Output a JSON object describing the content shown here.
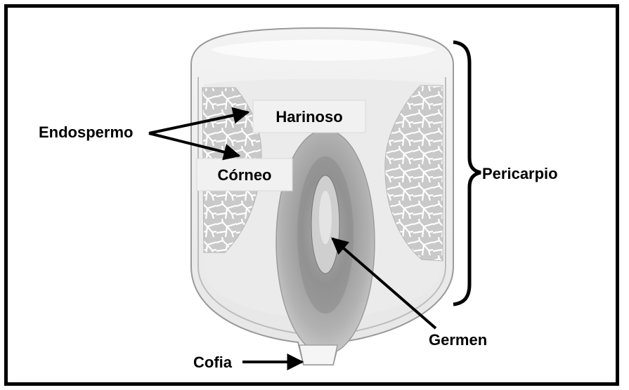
{
  "labels": {
    "endospermo": "Endospermo",
    "harinoso": "Harinoso",
    "corneo": "Córneo",
    "pericarpio": "Pericarpio",
    "germen": "Germen",
    "cofia": "Cofia"
  },
  "colors": {
    "background": "#ffffff",
    "frame": "#000000",
    "pericarp_fill": "#eeeeee",
    "horny_endosperm": "#c8c8c8",
    "floury_endosperm": "#e9e9e9",
    "germ_outer": "#a8a8a8",
    "germ_inner": "#7f7f7f",
    "label_box": "#f1f1f1"
  }
}
